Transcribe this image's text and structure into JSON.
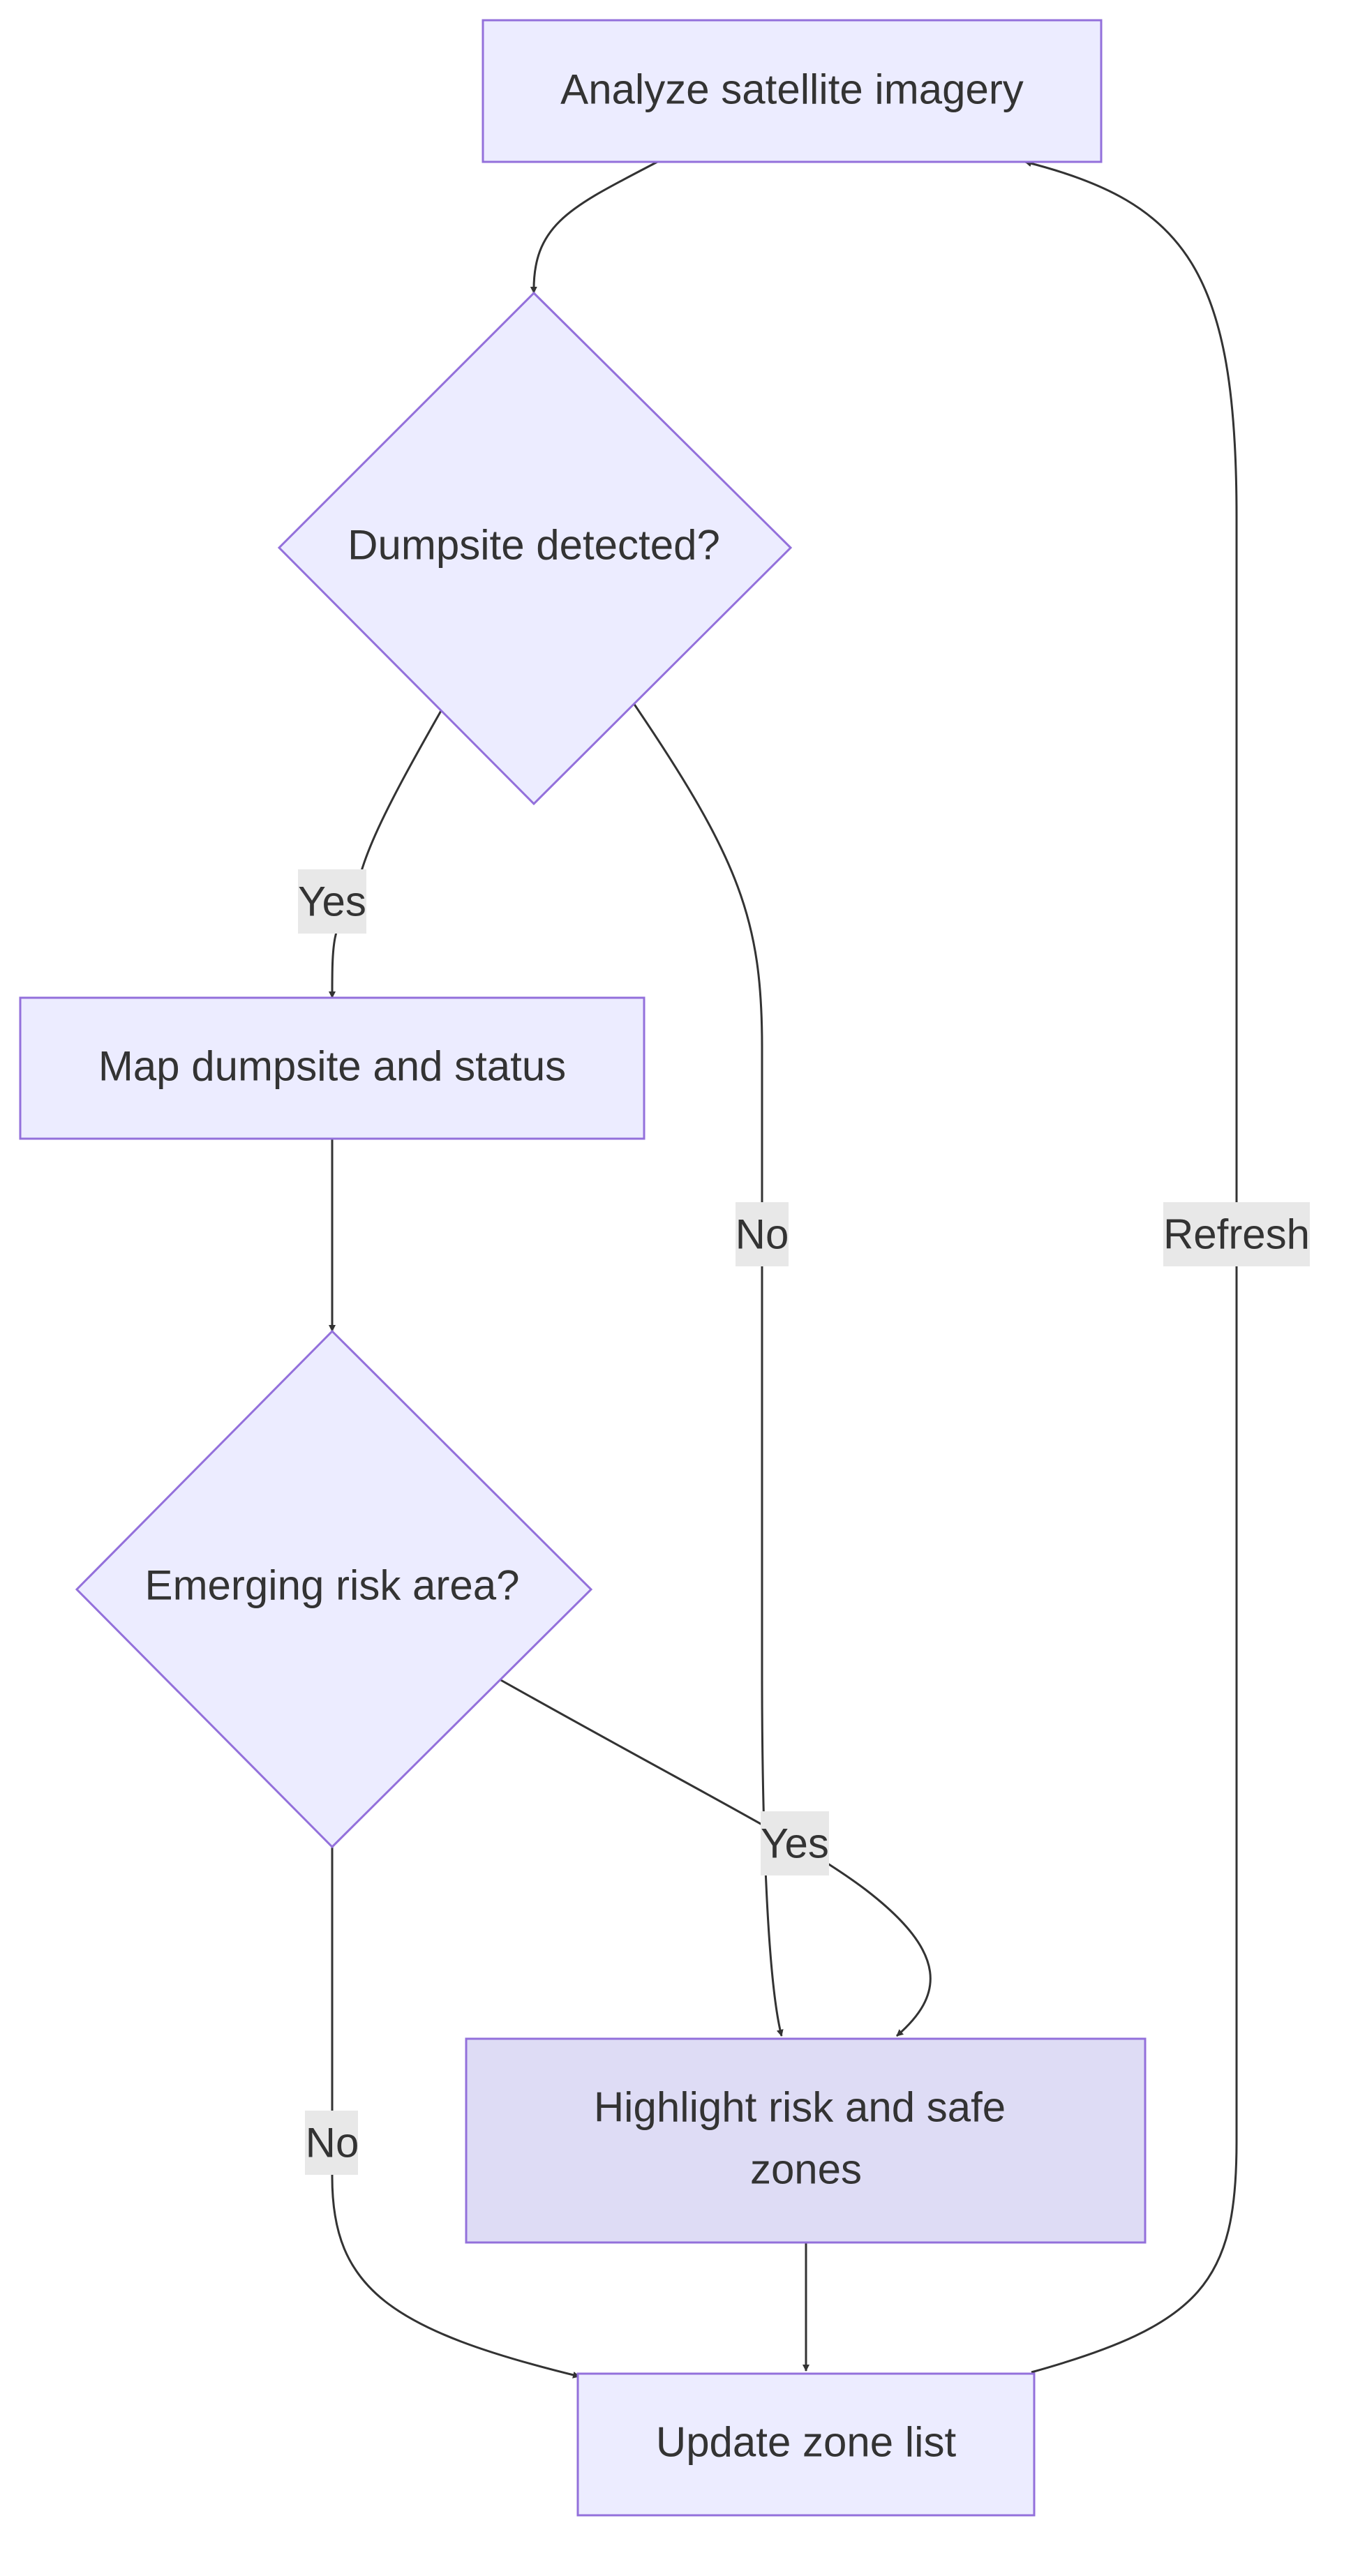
{
  "colors": {
    "node_fill": "#ECECFF",
    "node_fill_highlight": "#DEDCF5",
    "node_stroke": "#9370DB",
    "edge": "#333333",
    "label_background": "#E8E8E8",
    "text": "#333333"
  },
  "nodes": {
    "analyze": "Analyze satellite imagery",
    "dumpsite_decision": "Dumpsite detected?",
    "map_dumpsite": "Map dumpsite and status",
    "risk_decision": "Emerging risk area?",
    "highlight_line1": "Highlight risk and safe",
    "highlight_line2": "zones",
    "update": "Update zone list"
  },
  "edges": {
    "dumpsite_yes": "Yes",
    "dumpsite_no": "No",
    "refresh": "Refresh",
    "risk_yes": "Yes",
    "risk_no": "No"
  }
}
